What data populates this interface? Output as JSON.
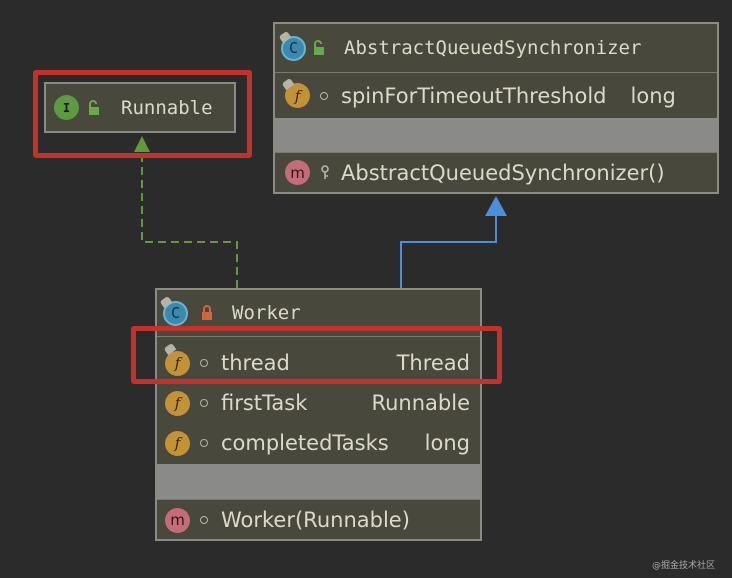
{
  "runnable": {
    "badge": "I",
    "name": "Runnable"
  },
  "aqs": {
    "badge": "C",
    "name": "AbstractQueuedSynchronizer",
    "fields": [
      {
        "badge": "f",
        "name": "spinForTimeoutThreshold",
        "type": "long"
      }
    ],
    "methods": [
      {
        "badge": "m",
        "name": "AbstractQueuedSynchronizer()"
      }
    ]
  },
  "worker": {
    "badge": "C",
    "name": "Worker",
    "fields": [
      {
        "badge": "f",
        "name": "thread",
        "type": "Thread"
      },
      {
        "badge": "f",
        "name": "firstTask",
        "type": "Runnable"
      },
      {
        "badge": "f",
        "name": "completedTasks",
        "type": "long"
      }
    ],
    "methods": [
      {
        "badge": "m",
        "name": "Worker(Runnable)"
      }
    ]
  },
  "relations": [
    {
      "from": "Worker",
      "to": "Runnable",
      "kind": "implements",
      "color": "#5f9a3c"
    },
    {
      "from": "Worker",
      "to": "AbstractQueuedSynchronizer",
      "kind": "extends",
      "color": "#4a8fd8"
    }
  ],
  "colors": {
    "background": "#2b2b2b",
    "box_fill": "#48483c",
    "highlight": "#c4302a"
  },
  "watermark": "@掘金技术社区"
}
